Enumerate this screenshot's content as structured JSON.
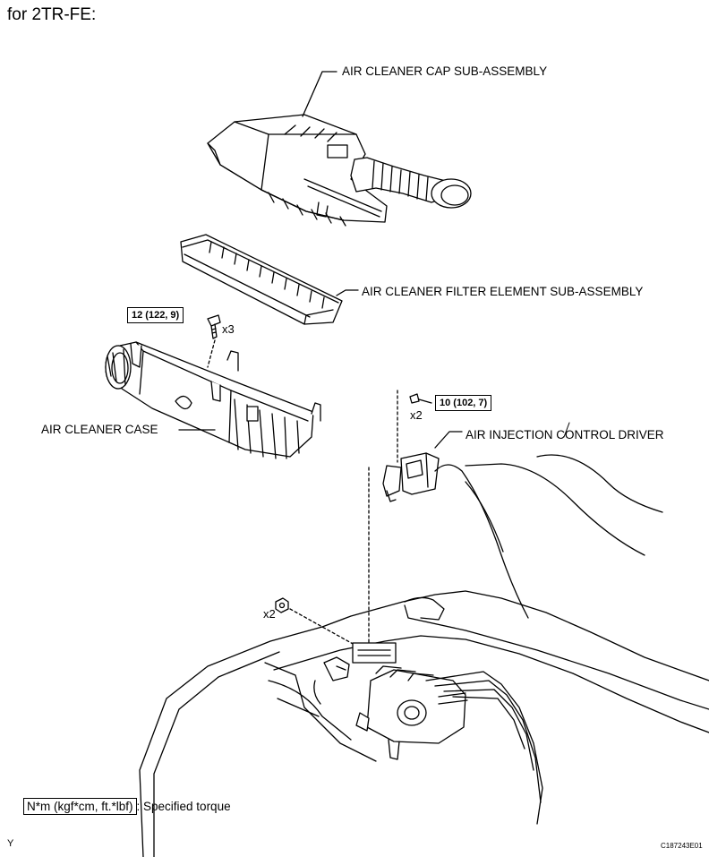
{
  "heading": "for 2TR-FE:",
  "labels": {
    "cap": "AIR CLEANER CAP SUB-ASSEMBLY",
    "filter": "AIR CLEANER FILTER ELEMENT SUB-ASSEMBLY",
    "case": "AIR CLEANER CASE",
    "driver": "AIR INJECTION CONTROL DRIVER"
  },
  "torque": {
    "case_bolt": "12 (122, 9)",
    "driver_bolt": "10 (102, 7)"
  },
  "quantities": {
    "case_bolt": "x3",
    "driver_bolt": "x2",
    "nut": "x2"
  },
  "legend": {
    "box": "N*m (kgf*cm, ft.*lbf)",
    "text": ": Specified torque"
  },
  "corner_left": "Y",
  "figure_code": "C187243E01"
}
